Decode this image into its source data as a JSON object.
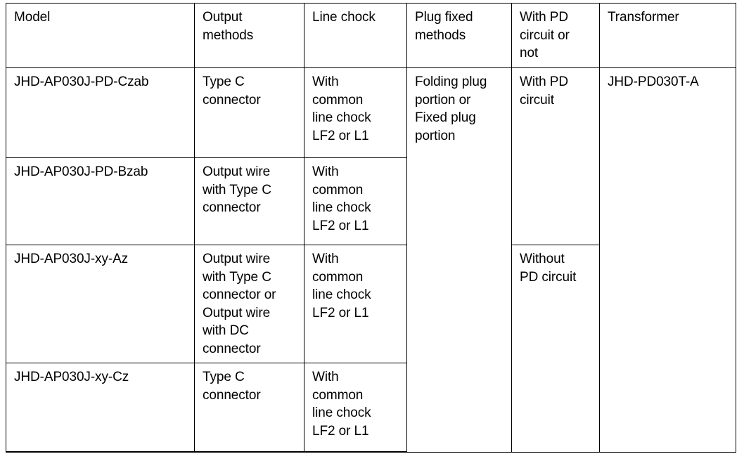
{
  "table": {
    "columns": [
      {
        "key": "model",
        "header": "Model"
      },
      {
        "key": "output",
        "header": "Output\nmethods"
      },
      {
        "key": "chock",
        "header": "Line chock"
      },
      {
        "key": "plug",
        "header": "Plug fixed\nmethods"
      },
      {
        "key": "pd",
        "header": "With PD\ncircuit or\nnot"
      },
      {
        "key": "transformer",
        "header": "Transformer"
      }
    ],
    "rows": [
      {
        "model": "JHD-AP030J-PD-Czab",
        "output": "Type C\nconnector",
        "chock": "With\ncommon\nline chock\nLF2 or L1",
        "plug": "Folding plug\nportion or\nFixed plug\nportion",
        "pd": "With PD\ncircuit",
        "transformer": "JHD-PD030T-A"
      },
      {
        "model": "JHD-AP030J-PD-Bzab",
        "output": "Output wire\nwith Type C\nconnector",
        "chock": "With\ncommon\nline chock\nLF2 or L1",
        "plug": "",
        "pd": "",
        "transformer": ""
      },
      {
        "model": "JHD-AP030J-xy-Az",
        "output": "Output wire\nwith Type C\nconnector or\nOutput wire\nwith DC\nconnector",
        "chock": "With\ncommon\nline chock\nLF2 or L1",
        "plug": "",
        "pd": "Without\nPD circuit",
        "transformer": ""
      },
      {
        "model": "JHD-AP030J-xy-Cz",
        "output": "Type C\nconnector",
        "chock": "With\ncommon\nline chock\nLF2 or L1",
        "plug": "",
        "pd": "",
        "transformer": ""
      }
    ],
    "colors": {
      "border": "#000000",
      "text": "#000000",
      "background": "#ffffff"
    }
  }
}
